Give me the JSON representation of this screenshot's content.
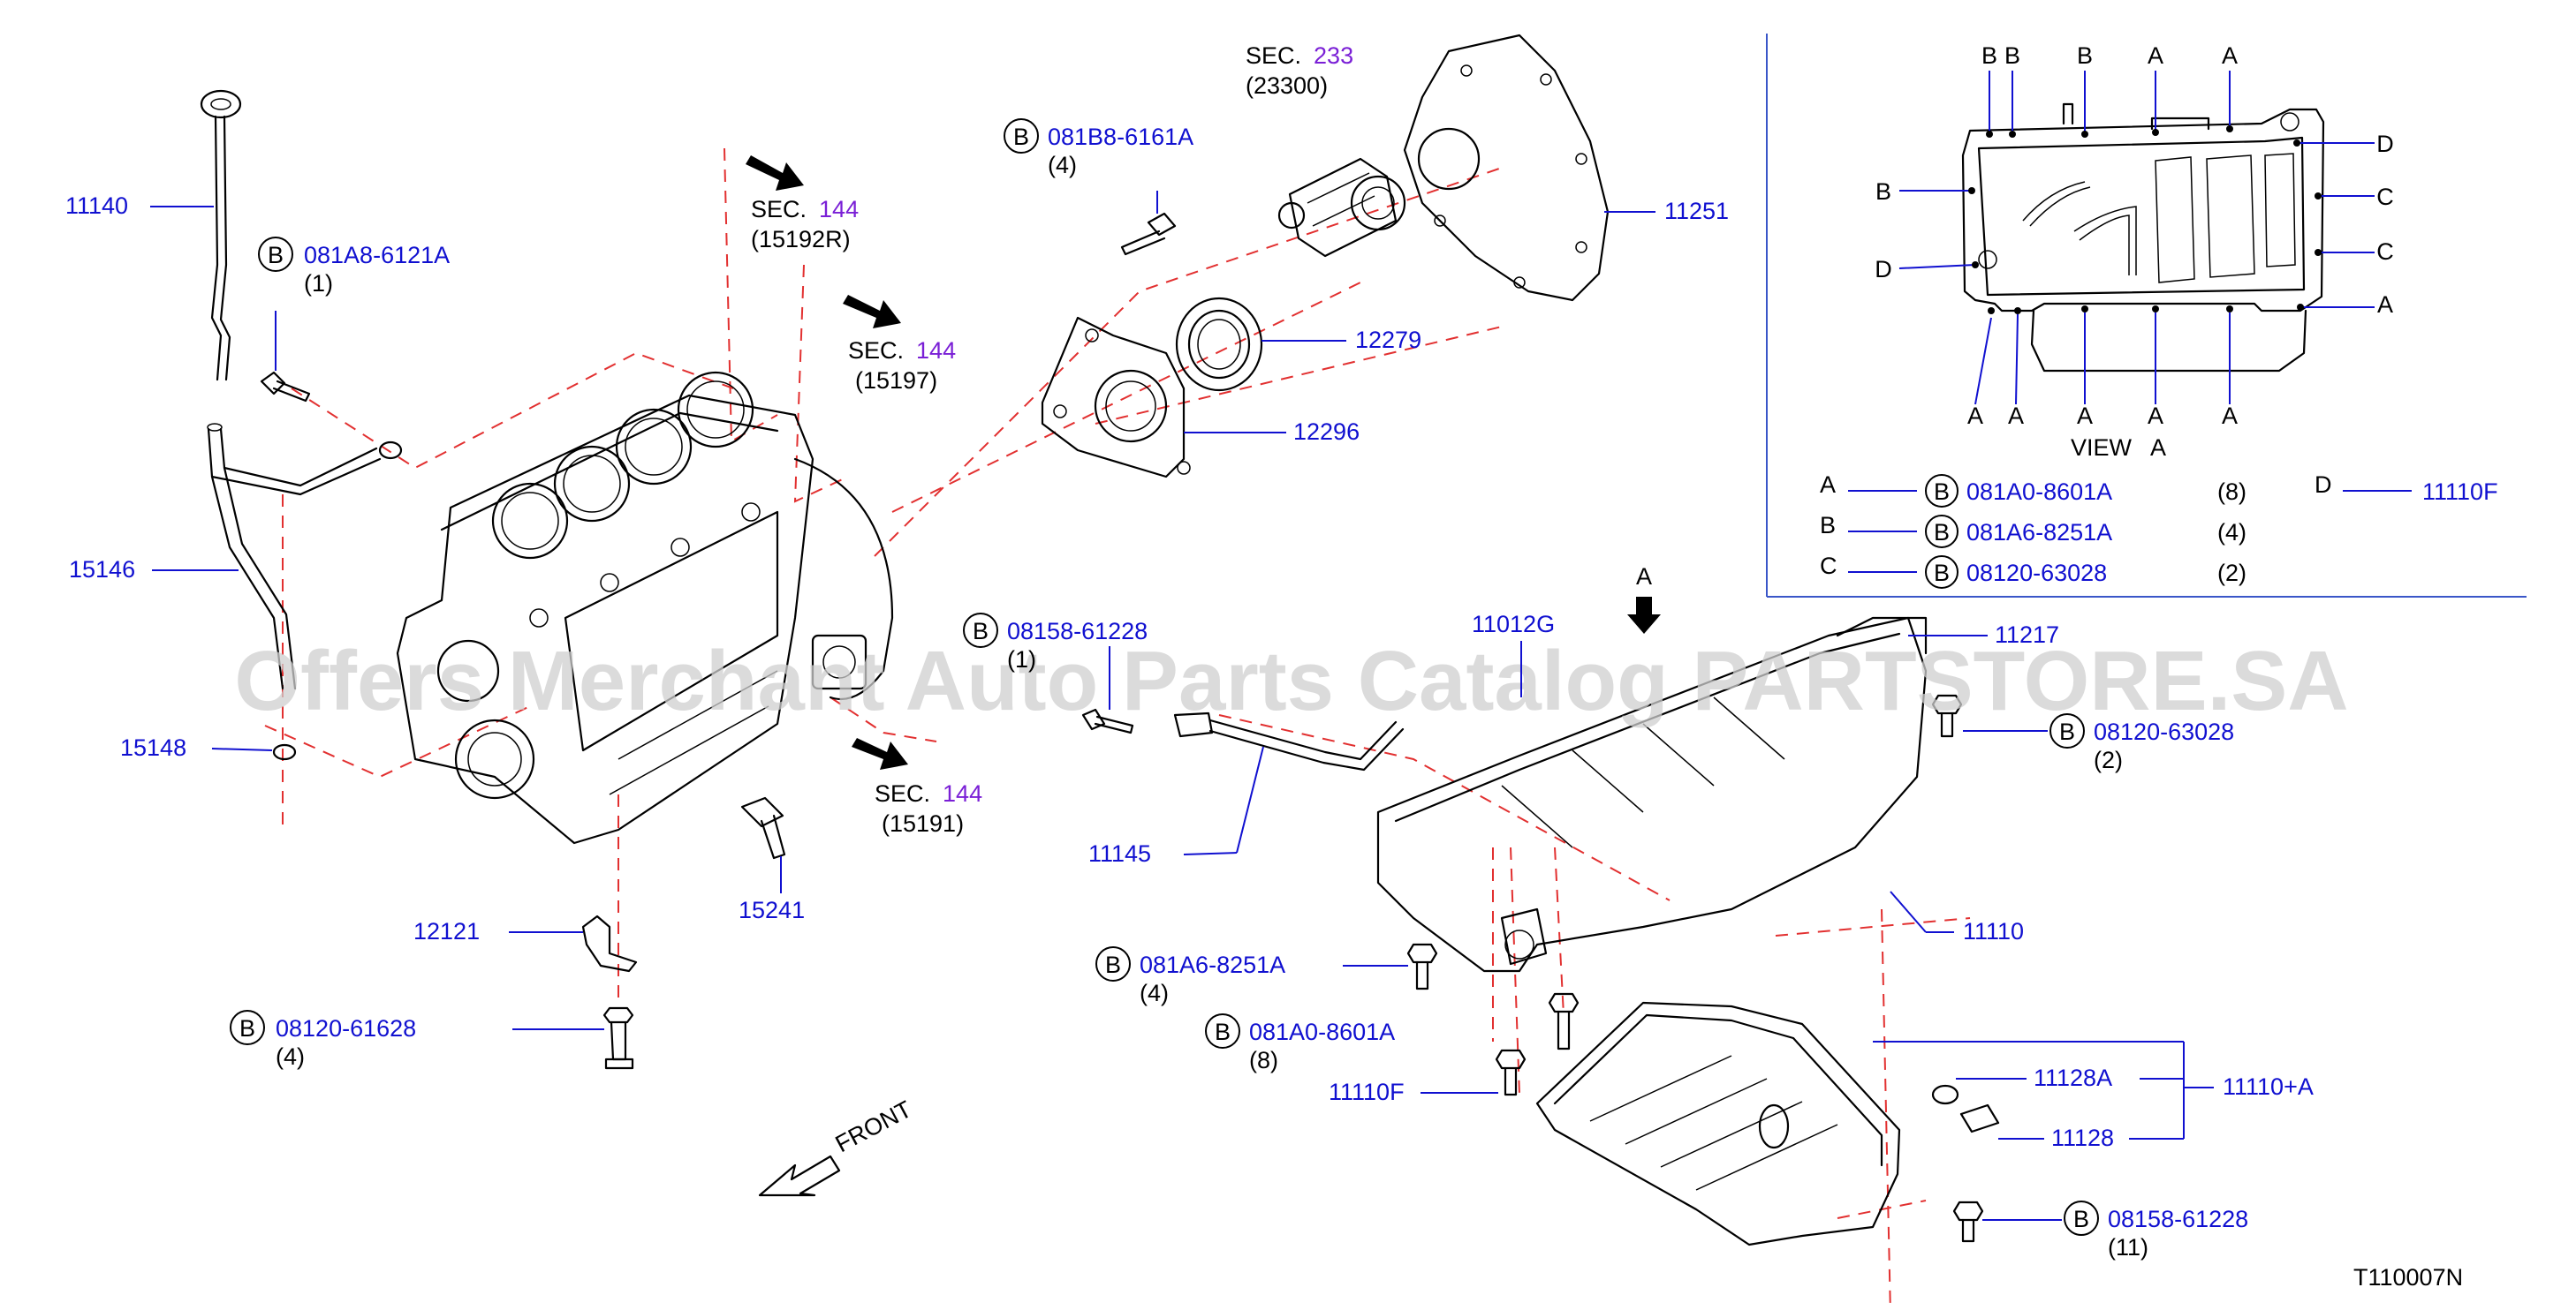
{
  "watermark": "Offers Merchant Auto Parts Catalog PARTSTORE.SA",
  "figure_code": "T110007N",
  "front_label": "FRONT",
  "view_label": {
    "view": "VIEW",
    "letter": "A"
  },
  "arrow_a_label": "A",
  "sections": [
    {
      "sec": "SEC.",
      "num": "233",
      "ref": "(23300)"
    },
    {
      "sec": "SEC.",
      "num": "144",
      "ref": "(15192R)"
    },
    {
      "sec": "SEC.",
      "num": "144",
      "ref": "(15197)"
    },
    {
      "sec": "SEC.",
      "num": "144",
      "ref": "(15191)"
    }
  ],
  "parts": {
    "p11140": "11140",
    "p15146": "15146",
    "p15148": "15148",
    "p12121": "12121",
    "p15241": "15241",
    "p11145": "11145",
    "p12296": "12296",
    "p12279": "12279",
    "p11251": "11251",
    "p11012G": "11012G",
    "p11217": "11217",
    "p11110": "11110",
    "p11110F": "11110F",
    "p11128A": "11128A",
    "p11128": "11128",
    "p11110A": "11110+A"
  },
  "bolts": [
    {
      "letter": "B",
      "code": "081A8-6121A",
      "qty": "(1)"
    },
    {
      "letter": "B",
      "code": "081B8-6161A",
      "qty": "(4)"
    },
    {
      "letter": "B",
      "code": "08158-61228",
      "qty": "(1)"
    },
    {
      "letter": "B",
      "code": "08120-61628",
      "qty": "(4)"
    },
    {
      "letter": "B",
      "code": "081A6-8251A",
      "qty": "(4)"
    },
    {
      "letter": "B",
      "code": "081A0-8601A",
      "qty": "(8)"
    },
    {
      "letter": "B",
      "code": "08120-63028",
      "qty": "(2)"
    },
    {
      "letter": "B",
      "code": "08158-61228",
      "qty": "(11)"
    }
  ],
  "inset": {
    "top_letters": [
      "B",
      "B",
      "B",
      "A",
      "A"
    ],
    "left_letters": [
      "B",
      "D"
    ],
    "right_letters": [
      "D",
      "C",
      "C",
      "A"
    ],
    "bottom_letters": [
      "A",
      "A",
      "A",
      "A",
      "A"
    ],
    "legend": [
      {
        "key": "A",
        "letter": "B",
        "code": "081A0-8601A",
        "qty": "(8)"
      },
      {
        "key": "B",
        "letter": "B",
        "code": "081A6-8251A",
        "qty": "(4)"
      },
      {
        "key": "C",
        "letter": "B",
        "code": "08120-63028",
        "qty": "(2)"
      }
    ],
    "legend_d": {
      "key": "D",
      "part": "11110F"
    }
  }
}
